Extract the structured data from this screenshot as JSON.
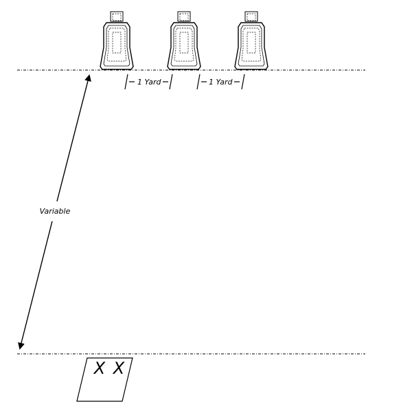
{
  "diagram": {
    "spacing_label_1": "1 Yard",
    "spacing_label_2": "1 Yard",
    "distance_label": "Variable",
    "shooter_box_label": "X X"
  },
  "colors": {
    "line": "#000000",
    "background": "#ffffff"
  },
  "icons": [
    "target-icon",
    "shooter-box-icon"
  ]
}
